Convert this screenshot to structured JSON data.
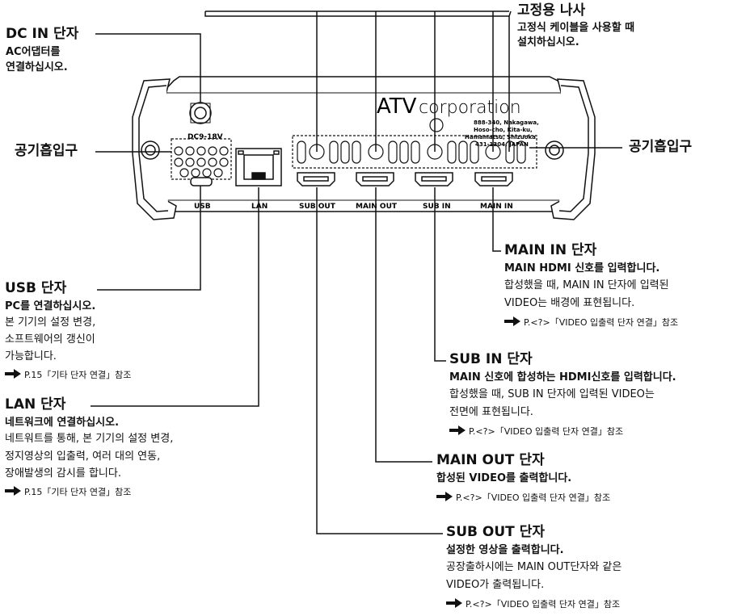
{
  "device": {
    "brand_big": "ATV",
    "brand_small": "corporation",
    "address_lines": [
      "888-340, Nakagawa,",
      "Hoso-cho, Kita-ku,",
      "Hamamatsu, Shizuoka",
      "431-1304, JAPAN"
    ],
    "dc_label": "DC9-18V",
    "usb_label": "USB",
    "lan_label": "LAN",
    "port_labels": [
      "SUB OUT",
      "MAIN OUT",
      "SUB IN",
      "MAIN IN"
    ]
  },
  "callouts": {
    "screw": {
      "title": "고정용 나사",
      "lines": [
        "고정식 케이블을 사용할 때",
        "설치하십시오."
      ]
    },
    "dc_in": {
      "title": "DC IN 단자",
      "lines": [
        "AC어댑터를",
        "연결하십시오."
      ]
    },
    "vent_left": {
      "title": "공기흡입구"
    },
    "vent_right": {
      "title": "공기흡입구"
    },
    "usb": {
      "title": "USB 단자",
      "subtitle": "PC를 연결하십시오.",
      "lines": [
        "본 기기의 설정 변경,",
        "소프트웨어의 갱신이",
        "가능합니다."
      ],
      "ref": "P.15「기타 단자 연결」참조"
    },
    "lan": {
      "title": "LAN 단자",
      "subtitle": "네트워크에 연결하십시오.",
      "lines": [
        "네트워트를 통해, 본 기기의 설정 변경,",
        "정지영상의 입출력, 여러 대의 연동,",
        "장애발생의 감시를 합니다."
      ],
      "ref": "P.15「기타 단자 연결」참조"
    },
    "main_in": {
      "title": "MAIN IN 단자",
      "subtitle": "MAIN HDMI 신호를 입력합니다.",
      "lines": [
        "합성했을 때, MAIN IN 단자에 입력된",
        "VIDEO는 배경에 표현됩니다."
      ],
      "ref": "P.<?>「VIDEO 입출력 단자 연결」참조"
    },
    "sub_in": {
      "title": "SUB IN 단자",
      "subtitle": "MAIN 신호에 합성하는 HDMI신호를 입력합니다.",
      "lines": [
        "합성했을 때, SUB IN 단자에 입력된 VIDEO는",
        "전면에 표현됩니다."
      ],
      "ref": "P.<?>「VIDEO 입출력 단자 연결」참조"
    },
    "main_out": {
      "title": "MAIN OUT 단자",
      "subtitle": "합성된 VIDEO를 출력합니다.",
      "lines": [],
      "ref": "P.<?>「VIDEO 입출력 단자 연결」참조"
    },
    "sub_out": {
      "title": "SUB OUT 단자",
      "subtitle": "설정한 영상을 출력합니다.",
      "lines": [
        "공장출하시에는 MAIN OUT단자와 같은",
        "VIDEO가 출력됩니다."
      ],
      "ref": "P.<?>「VIDEO 입출력 단자 연결」참조"
    }
  }
}
